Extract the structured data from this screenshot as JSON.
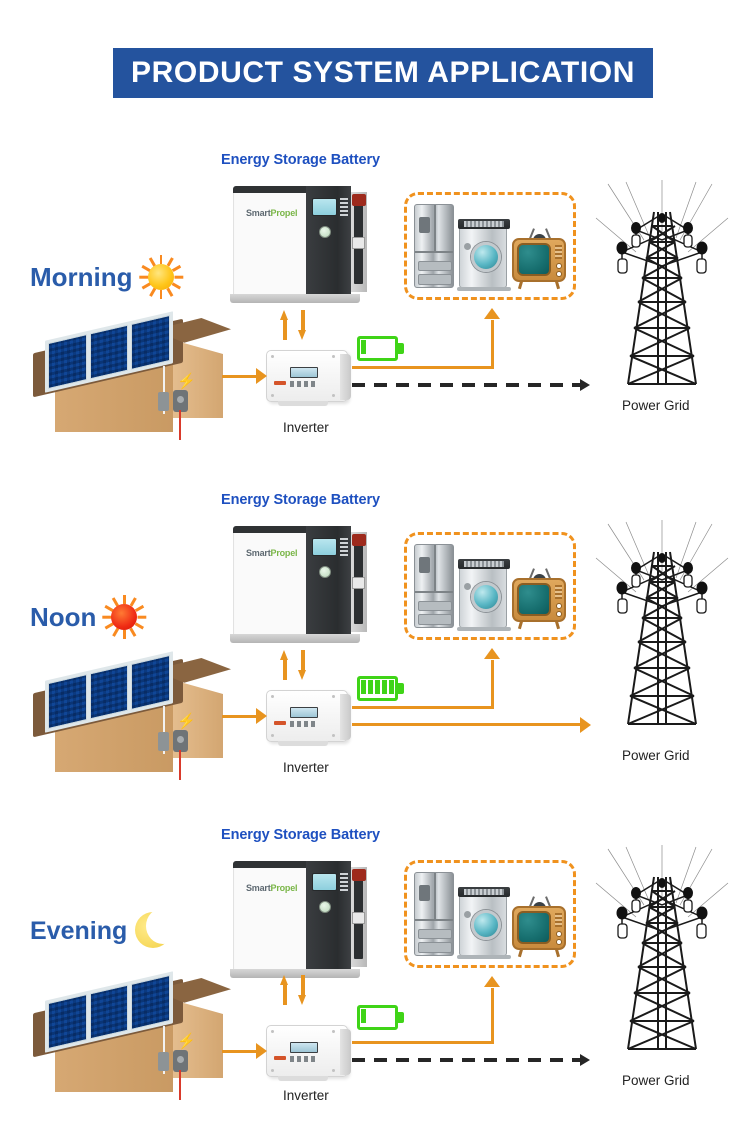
{
  "header": {
    "title": "PRODUCT SYSTEM APPLICATION",
    "banner_color": "#24539e",
    "title_color": "#ffffff"
  },
  "theme": {
    "accent_orange": "#e8941f",
    "label_blue": "#1e50c0",
    "time_label_blue": "#2a5caa",
    "battery_green": "#3fd417",
    "dashed_box_orange": "#f0921e"
  },
  "common_labels": {
    "energy_storage_battery": "Energy Storage Battery",
    "inverter": "Inverter",
    "power_grid": "Power Grid",
    "battery_brand_part1": "Smart",
    "battery_brand_part2": "Propel"
  },
  "icons": {
    "sun": "sun-icon",
    "hot_sun": "hot-sun-icon",
    "moon": "crescent-moon-icon",
    "fridge": "refrigerator-icon",
    "washer": "washing-machine-icon",
    "tv": "television-icon",
    "tower": "transmission-tower-icon",
    "bolt": "lightning-bolt-icon"
  },
  "rows": [
    {
      "id": "morning",
      "time_label": "Morning",
      "sky_icon": "sun-icon",
      "battery_level_bars": 1,
      "battery_level_percent": 20,
      "grid_link_style": "dashed-black",
      "grid_link_direction": "to-grid",
      "load_line_style": "solid-orange",
      "battery_flow": "bidirectional"
    },
    {
      "id": "noon",
      "time_label": "Noon",
      "sky_icon": "hot-sun-icon",
      "battery_level_bars": 5,
      "battery_level_percent": 100,
      "grid_link_style": "solid-orange",
      "grid_link_direction": "to-grid",
      "load_line_style": "solid-orange",
      "battery_flow": "bidirectional"
    },
    {
      "id": "evening",
      "time_label": "Evening",
      "sky_icon": "crescent-moon-icon",
      "battery_level_bars": 1,
      "battery_level_percent": 20,
      "grid_link_style": "dashed-black",
      "grid_link_direction": "to-grid",
      "load_line_style": "solid-orange",
      "battery_flow": "bidirectional"
    }
  ]
}
